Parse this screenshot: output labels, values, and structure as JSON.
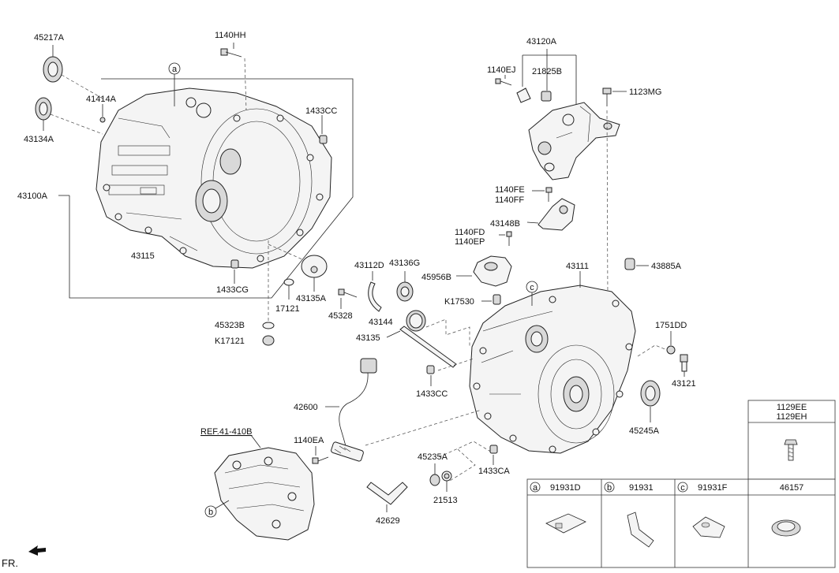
{
  "labels": {
    "p45217A": "45217A",
    "p1140HH": "1140HH",
    "p41414A": "41414A",
    "p43134A": "43134A",
    "p1433CC_a": "1433CC",
    "p43100A": "43100A",
    "p43115": "43115",
    "p1433CG": "1433CG",
    "p43135A": "43135A",
    "p17121": "17121",
    "p45323B": "45323B",
    "pK17121": "K17121",
    "p43112D": "43112D",
    "p43136G": "43136G",
    "p45328": "45328",
    "p43144": "43144",
    "p43135": "43135",
    "p43120A": "43120A",
    "p1140EJ": "1140EJ",
    "p21825B": "21825B",
    "p1123MG": "1123MG",
    "p1140FE": "1140FE",
    "p1140FF": "1140FF",
    "p43148B": "43148B",
    "p1140FD": "1140FD",
    "p1140EP": "1140EP",
    "p45956B": "45956B",
    "p43111": "43111",
    "p43885A": "43885A",
    "pK17530": "K17530",
    "p1751DD": "1751DD",
    "p43121": "43121",
    "p45245A": "45245A",
    "p1433CC_b": "1433CC",
    "p42600": "42600",
    "pRef": "REF.41-410B",
    "p1140EA": "1140EA",
    "p45235A": "45235A",
    "p21513": "21513",
    "p1433CA": "1433CA",
    "p42629": "42629",
    "pFR": "FR."
  },
  "callouts": {
    "a": "a",
    "b": "b",
    "c": "c"
  },
  "table": {
    "top_header_1": "1129EE",
    "top_header_2": "1129EH",
    "columns": [
      {
        "letter": "a",
        "part": "91931D"
      },
      {
        "letter": "b",
        "part": "91931"
      },
      {
        "letter": "c",
        "part": "91931F"
      },
      {
        "letter": "",
        "part": "46157"
      }
    ]
  }
}
